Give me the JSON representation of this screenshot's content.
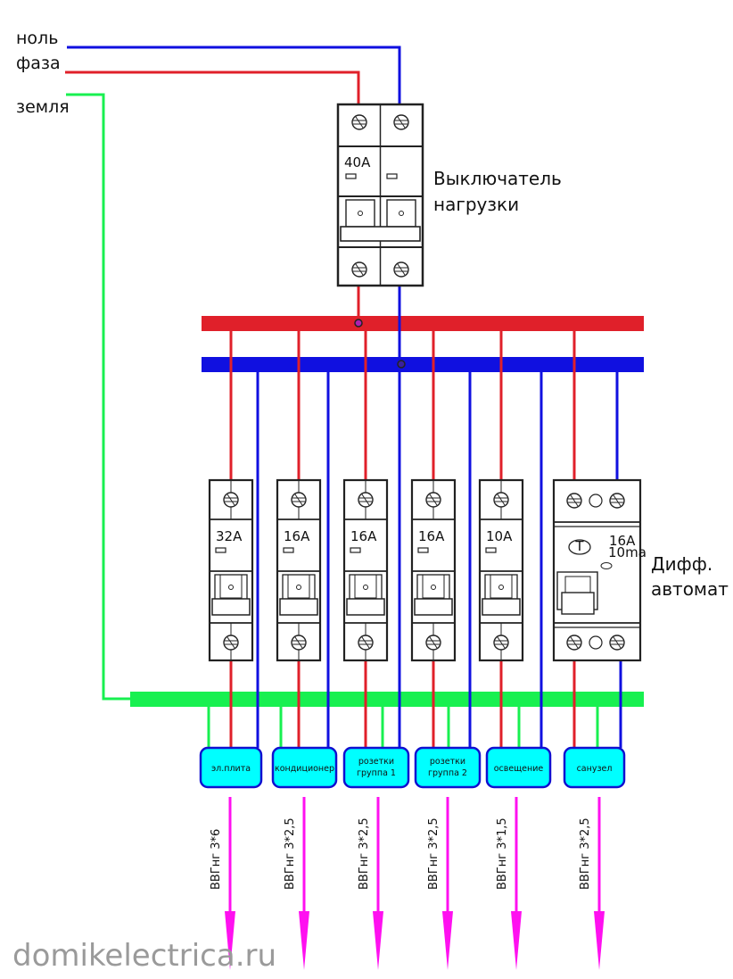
{
  "colors": {
    "phase": "#e0202a",
    "neutral": "#1010e0",
    "earth": "#18f050",
    "box_fill": "#00ffff",
    "box_stroke": "#1010d0",
    "arrow": "#ff10f0",
    "watermark": "#9a9a9a"
  },
  "inputs": {
    "neutral_label": "ноль",
    "phase_label": "фаза",
    "earth_label": "земля"
  },
  "main_switch": {
    "rating": "40A",
    "label_line1": "Выключатель",
    "label_line2": "нагрузки"
  },
  "rcbo_label": {
    "line1": "Дифф.",
    "line2": "автомат"
  },
  "rcbo": {
    "rating": "16A",
    "sensitivity": "10ma",
    "test_button": "T"
  },
  "circuits": [
    {
      "breaker": "32A",
      "load_line1": "эл.плита",
      "load_line2": "",
      "cable": "ВВГнг 3*6"
    },
    {
      "breaker": "16A",
      "load_line1": "кондиционер",
      "load_line2": "",
      "cable": "ВВГнг 3*2,5"
    },
    {
      "breaker": "16A",
      "load_line1": "розетки",
      "load_line2": "группа 1",
      "cable": "ВВГнг 3*2,5"
    },
    {
      "breaker": "16A",
      "load_line1": "розетки",
      "load_line2": "группа 2",
      "cable": "ВВГнг 3*2,5"
    },
    {
      "breaker": "10A",
      "load_line1": "освещение",
      "load_line2": "",
      "cable": "ВВГнг 3*1,5"
    },
    {
      "breaker": "16A",
      "load_line1": "санузел",
      "load_line2": "",
      "cable": "ВВГнг 3*2,5"
    }
  ],
  "watermark": "domikelectrica.ru"
}
